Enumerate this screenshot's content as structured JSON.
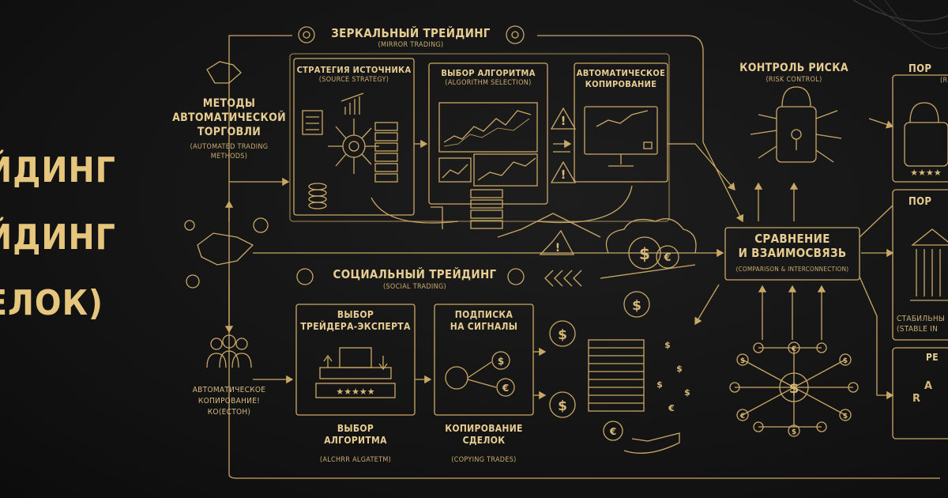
{
  "left_title": {
    "line1": "ЙДИНГ",
    "line2": "ЙДИНГ",
    "line3": "ЕЛОК)"
  },
  "methods": {
    "title_l1": "Методы",
    "title_l2": "автоматической",
    "title_l3": "торговли",
    "sub_l1": "(Automated Trading",
    "sub_l2": "Methods)"
  },
  "mirror": {
    "title": "Зеркальный трейдинг",
    "subtitle": "(Mirror Trading)",
    "source_title": "Стратегия источника",
    "source_sub": "(Source Strategy)",
    "algo_title": "Выбор алгоритма",
    "algo_sub": "(Algorithm Selection)",
    "auto_l1": "Автоматическое",
    "auto_l2": "копирование"
  },
  "risk": {
    "title": "Контроль риска",
    "subtitle": "(Risk Control)"
  },
  "right_col": {
    "top_label": "Пор",
    "top_sub": "(R",
    "mid_label": "Пор",
    "stable_l1": "Стабильны",
    "stable_l2": "(Stable In",
    "bottom_label": "Ре"
  },
  "comparison": {
    "title_l1": "Сравнение",
    "title_l2": "и взаимосвязь",
    "subtitle": "(Comparison & Interconnection)"
  },
  "social": {
    "title": "Социальный трейдинг",
    "subtitle": "(Social Trading)",
    "expert_l1": "Выбор",
    "expert_l2": "трейдера-эксперта",
    "signals_l1": "Подписка",
    "signals_l2": "на сигналы",
    "algo_l1": "Выбор",
    "algo_l2": "алгоритма",
    "algo_sub": "(ALCHRR ALGATETM)",
    "copy_l1": "Копирование",
    "copy_l2": "сделок",
    "copy_sub": "(Copying Trades)",
    "autocopy_l1": "Автоматическое",
    "autocopy_l2": "копирование!",
    "autocopy_l3": "ко(естон)"
  },
  "colors": {
    "background": "#141414",
    "gold": "#d8b878",
    "gold_light": "#e7cd92"
  }
}
